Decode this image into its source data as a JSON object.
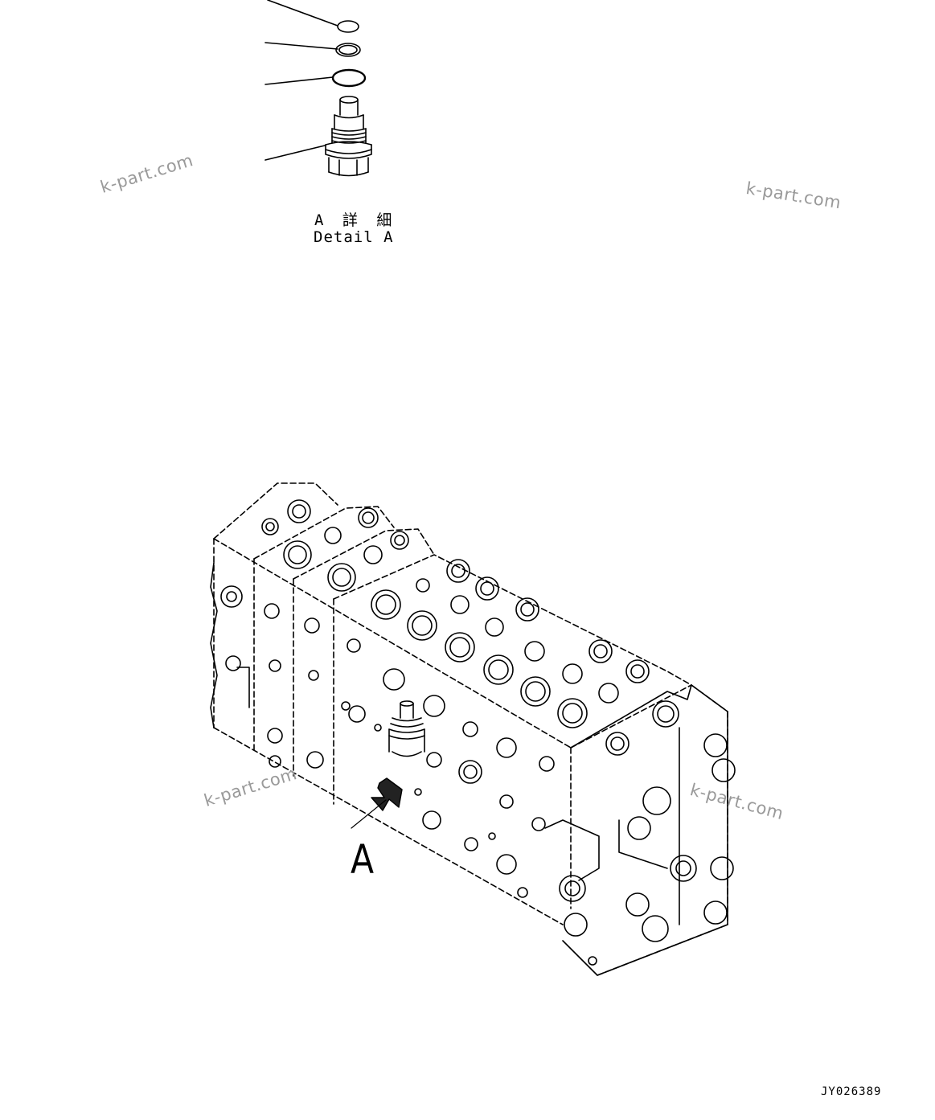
{
  "detail_callout": {
    "title_jp": "A 詳 細",
    "title_en": "Detail A"
  },
  "main_view": {
    "view_label": "A"
  },
  "drawing_number": "JY026389",
  "watermarks": [
    "k-part.com",
    "k-part.com",
    "k-part.com",
    "k-part.com"
  ]
}
